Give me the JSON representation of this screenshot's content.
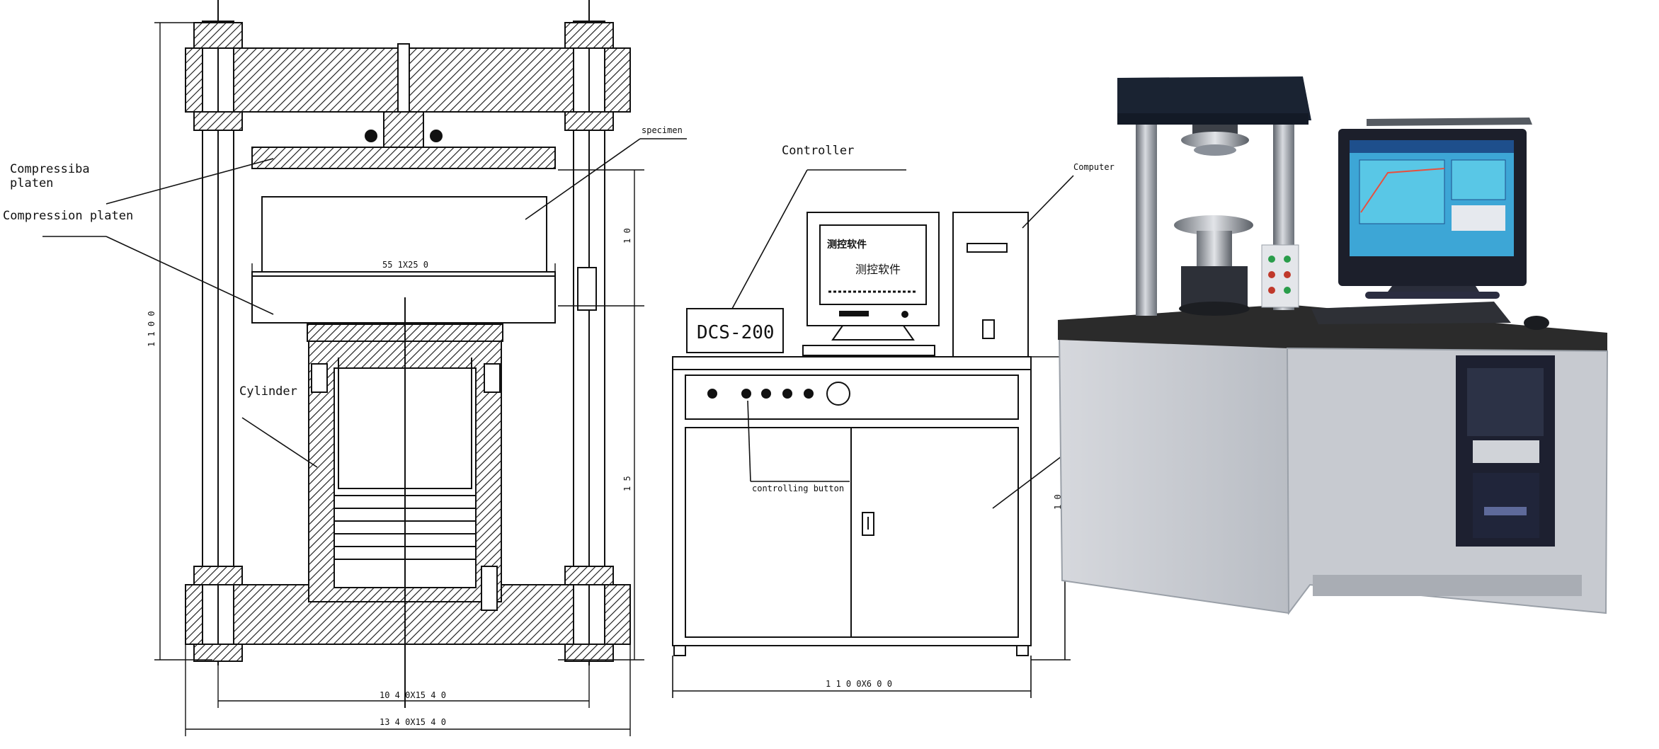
{
  "labels": {
    "compression_platen_upper": "Compressiba",
    "compression_platen_upper_2": "platen",
    "compression_platen_lower": "Compression platen",
    "specimen": "specimen",
    "cylinder": "Cylinder",
    "controller": "Controller",
    "computer": "Computer",
    "controlling_button": "controlling button",
    "controller_display": "DCS-200",
    "monitor_brand": "测控软件",
    "monitor_text": "测控软件"
  },
  "dimensions": {
    "specimen_width": "55 1X25 0",
    "frame_inner_width": "10 4 0X15 4 0",
    "frame_outer_width": "13 4 0X15 4 0",
    "console_width": "1 1 0 0X6 0 0",
    "overall_height": "1 1 0 0",
    "gap_height_upper": "1 0",
    "gap_height_lower": "1 5",
    "console_height": "1 0"
  },
  "colors": {
    "line": "#111111",
    "cabinet": "#c9ccd2",
    "counter_top": "#2b2b2b",
    "column": "#8a9099",
    "screen": "#3da6d6"
  }
}
